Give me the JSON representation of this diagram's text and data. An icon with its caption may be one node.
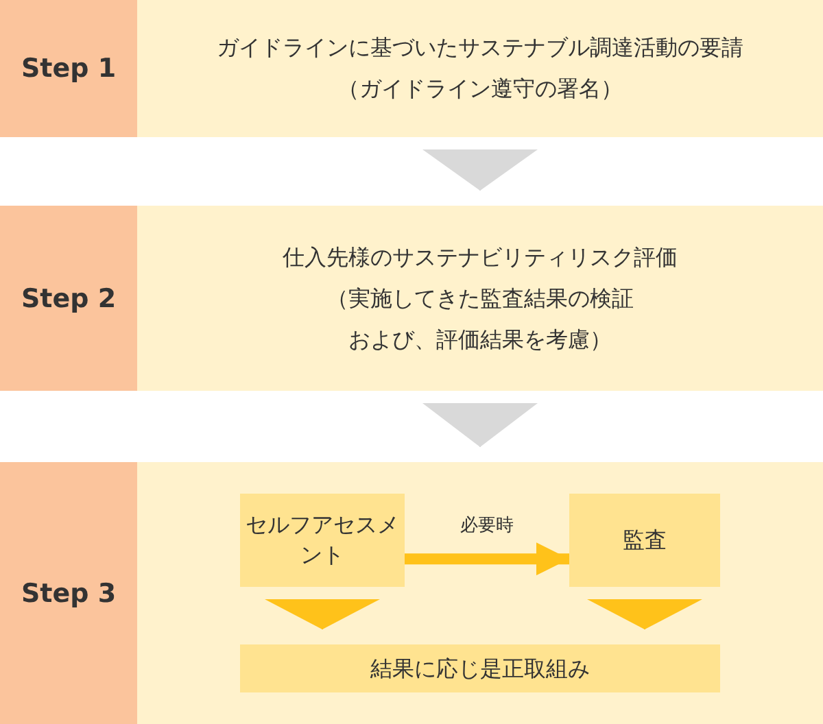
{
  "diagram": {
    "nodes": [
      {
        "text": [
          "Step 1"
        ]
      },
      {
        "text": [
          "ガイドラインに基づいたサステナブル調達活動の要請",
          "（ガイドライン遵守の署名）"
        ]
      },
      {
        "text": [
          "Step 2"
        ]
      },
      {
        "text": [
          "仕入先様のサステナビリティリスク評価",
          "（実施してきた監査結果の検証および、評価結果を考慮）"
        ]
      },
      {
        "text": [
          "Step 3"
        ]
      },
      {
        "text": [],
        "shape": "box"
      },
      {
        "text": [
          "セルフアセスメント"
        ],
        "in": 5
      },
      {
        "text": [
          "監査"
        ],
        "in": 5
      },
      {
        "text": [
          "結果に応じ是正取組み"
        ],
        "in": 5
      }
    ],
    "edges": [
      {
        "from": 1,
        "to": 3,
        "arrow": "to",
        "color": "#d9d9d9"
      },
      {
        "from": 3,
        "to": 5,
        "arrow": "to",
        "color": "#d9d9d9"
      },
      {
        "from": 6,
        "to": 7,
        "arrow": "to",
        "label": "必要時",
        "style": "thick"
      },
      {
        "from": 6,
        "to": 8,
        "arrow": "to"
      },
      {
        "from": 7,
        "to": 8,
        "arrow": "to"
      }
    ]
  }
}
